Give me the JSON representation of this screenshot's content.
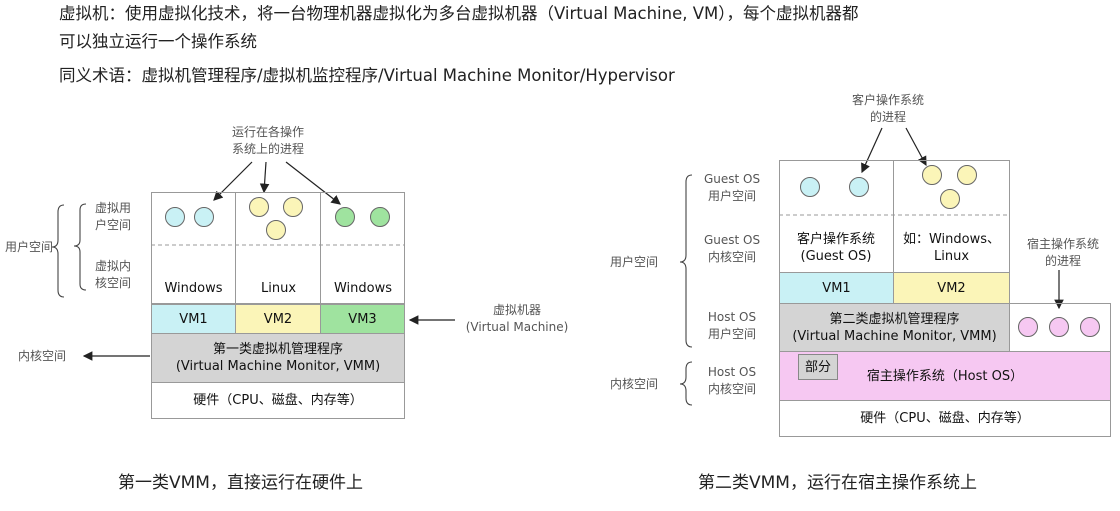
{
  "header": {
    "definition_line1": "虚拟机：使用虚拟化技术，将一台物理机器虚拟化为多台虚拟机器（Virtual Machine, VM），每个虚拟机器都",
    "definition_line2": "可以独立运行一个操作系统",
    "synonyms": "同义术语：虚拟机管理程序/虚拟机监控程序/Virtual Machine Monitor/Hypervisor"
  },
  "left_diagram": {
    "processes_label_line1": "运行在各操作",
    "processes_label_line2": "系统上的进程",
    "virt_user_space_line1": "虚拟用",
    "virt_user_space_line2": "户空间",
    "virt_kernel_space_line1": "虚拟内",
    "virt_kernel_space_line2": "核空间",
    "user_space": "用户空间",
    "kernel_space": "内核空间",
    "os_names": [
      "Windows",
      "Linux",
      "Windows"
    ],
    "vms": [
      "VM1",
      "VM2",
      "VM3"
    ],
    "vm_label_line1": "虚拟机器",
    "vm_label_line2": "(Virtual Machine)",
    "vmm_line1": "第一类虚拟机管理程序",
    "vmm_line2": "(Virtual Machine Monitor, VMM)",
    "hardware": "硬件（CPU、磁盘、内存等）",
    "caption": "第一类VMM，直接运行在硬件上"
  },
  "right_diagram": {
    "guest_process_label_line1": "客户操作系统",
    "guest_process_label_line2": "的进程",
    "guest_user_space_line1": "Guest OS",
    "guest_user_space_line2": "用户空间",
    "guest_kernel_space_line1": "Guest OS",
    "guest_kernel_space_line2": "内核空间",
    "host_user_space_line1": "Host OS",
    "host_user_space_line2": "用户空间",
    "host_kernel_space_line1": "Host OS",
    "host_kernel_space_line2": "内核空间",
    "user_space": "用户空间",
    "kernel_space": "内核空间",
    "guest_os_line1": "客户操作系统",
    "guest_os_line2": "(Guest OS)",
    "example_line1": "如：Windows、",
    "example_line2": "Linux",
    "vms": [
      "VM1",
      "VM2"
    ],
    "host_process_label_line1": "宿主操作系统",
    "host_process_label_line2": "的进程",
    "vmm_line1": "第二类虚拟机管理程序",
    "vmm_line2": "(Virtual Machine Monitor, VMM)",
    "part": "部分",
    "host_os": "宿主操作系统（Host OS）",
    "hardware": "硬件（CPU、磁盘、内存等）",
    "caption": "第二类VMM，运行在宿主操作系统上"
  },
  "colors": {
    "cyan": "#c9f1f5",
    "yellow": "#fbf5b8",
    "green": "#9fe39f",
    "gray": "#d4d4d4",
    "pink": "#f6c8f2"
  }
}
